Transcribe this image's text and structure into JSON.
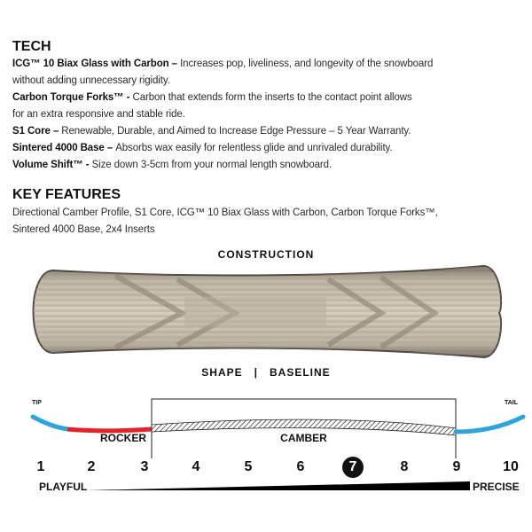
{
  "tech": {
    "heading": "TECH",
    "items": [
      {
        "name": "ICG™ 10 Biax Glass with Carbon",
        "sep": " – ",
        "desc1": "Increases pop, liveliness, and longevity of the snowboard",
        "desc2": "without adding unnecessary rigidity."
      },
      {
        "name": "Carbon Torque Forks™",
        "sep": " - ",
        "desc1": "Carbon that extends form the inserts to the contact point allows",
        "desc2": "for an extra responsive and stable ride."
      },
      {
        "name": "S1 Core",
        "sep": " – ",
        "desc1": "Renewable, Durable, and Aimed to Increase Edge Pressure – 5 Year Warranty."
      },
      {
        "name": "Sintered 4000 Base",
        "sep": " – ",
        "desc1": "Absorbs wax easily for relentless glide and unrivaled durability."
      },
      {
        "name": "Volume Shift™",
        "sep": " - ",
        "desc1": "Size down 3-5cm from your normal length snowboard."
      }
    ]
  },
  "key_features": {
    "heading": "KEY FEATURES",
    "line1": "Directional Camber Profile, S1 Core, ICG™ 10 Biax Glass with Carbon, Carbon Torque Forks™,",
    "line2": "Sintered 4000 Base, 2x4 Inserts"
  },
  "construction": {
    "heading": "CONSTRUCTION"
  },
  "shape": {
    "heading": "SHAPE   |   BASELINE",
    "tip": "TIP",
    "tail": "TAIL",
    "rocker": "ROCKER",
    "camber": "CAMBER",
    "colors": {
      "tip_tail": "#2ea3dc",
      "rocker": "#e3232a"
    }
  },
  "scale": {
    "numbers": [
      "1",
      "2",
      "3",
      "4",
      "5",
      "6",
      "7",
      "8",
      "9",
      "10"
    ],
    "selected": 7,
    "left_label": "PLAYFUL",
    "right_label": "PRECISE"
  }
}
